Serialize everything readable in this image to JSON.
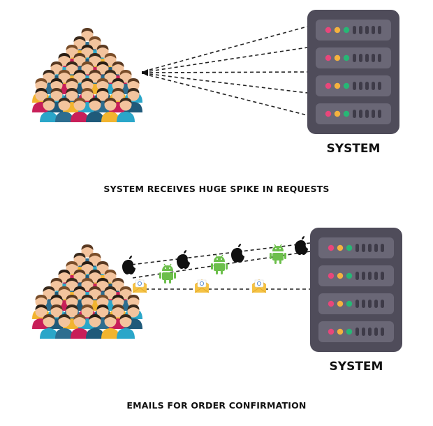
{
  "panels": [
    {
      "server_label": "SYSTEM",
      "caption": "SYSTEM RECEIVES HUGE SPIKE IN REQUESTS"
    },
    {
      "server_label": "SYSTEM",
      "caption": "EMAILS FOR ORDER CONFIRMATION"
    }
  ],
  "icons": {
    "crowd": "crowd-of-people-icon",
    "server": "server-rack-icon",
    "apple": "apple-logo-icon",
    "android": "android-robot-icon",
    "email": "email-envelope-icon",
    "megaphone": "megaphone-icon"
  },
  "colors": {
    "server_body": "#4f4c5a",
    "server_unit": "#6a6776",
    "led_red": "#e8467b",
    "led_yellow": "#f4b23e",
    "led_green": "#27b775",
    "android": "#6cbf4b",
    "apple": "#111111",
    "envelope": "#f5c244",
    "dash": "#222222"
  }
}
